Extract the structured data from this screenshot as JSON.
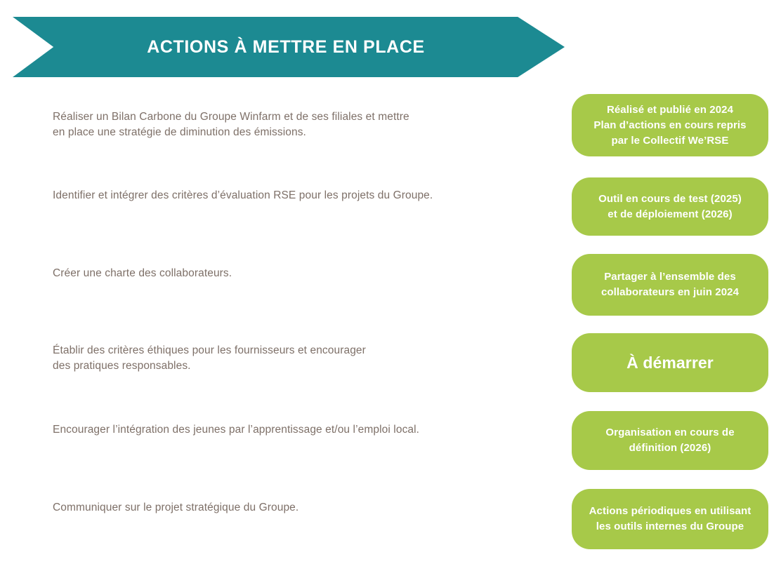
{
  "header": {
    "title": "ACTIONS À METTRE EN PLACE",
    "background_color": "#1C8A92",
    "text_color": "#FFFFFF"
  },
  "theme": {
    "teal": "#1C8A92",
    "green": "#A7C949",
    "body_text": "#7E7068",
    "page_background": "#FFFFFF"
  },
  "rows": [
    {
      "action": "Réaliser un Bilan Carbone du Groupe Winfarm et de ses filiales et mettre\nen place une stratégie de diminution des émissions.",
      "status": "Réalisé et publié en 2024\nPlan d’actions en cours repris\npar le Collectif We’RSE"
    },
    {
      "action": "Identifier et intégrer des critères d’évaluation RSE pour les projets du Groupe.",
      "status": "Outil en cours de test (2025)\net de déploiement (2026)"
    },
    {
      "action": "Créer une charte des collaborateurs.",
      "status": "Partager à l’ensemble des\ncollaborateurs en juin 2024"
    },
    {
      "action": "Établir des critères éthiques pour les fournisseurs et encourager\ndes pratiques responsables.",
      "status": "À démarrer"
    },
    {
      "action": "Encourager l’intégration des jeunes par l’apprentissage et/ou l’emploi local.",
      "status": "Organisation en cours de\ndéfinition (2026)"
    },
    {
      "action": "Communiquer sur le projet stratégique du Groupe.",
      "status": "Actions périodiques en utilisant\nles outils internes du Groupe"
    }
  ]
}
